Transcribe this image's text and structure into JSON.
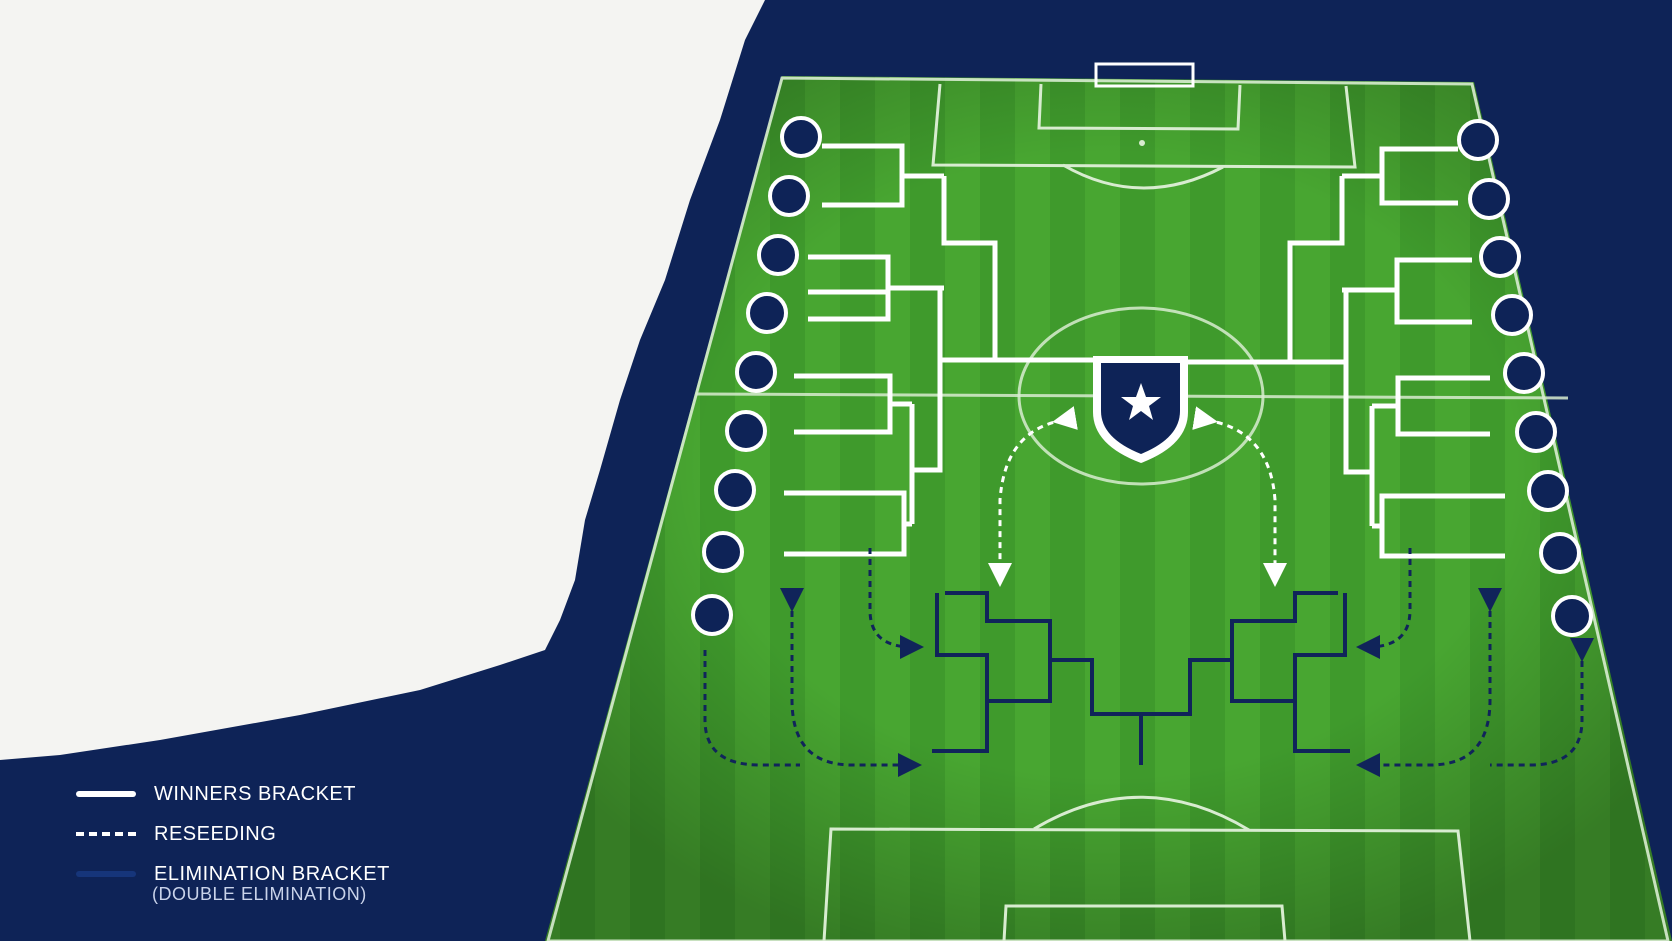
{
  "legend": {
    "winners_label": "WINNERS BRACKET",
    "reseeding_label": "RESEEDING",
    "elimination_label": "ELIMINATION BRACKET",
    "elimination_note": "(DOUBLE ELIMINATION)"
  },
  "colors": {
    "background_navy": "#0e2357",
    "pitch_green": "#3f9a2c",
    "pitch_green_light": "#4aa834",
    "bracket_white": "#ffffff",
    "elimination_navy": "#10245a",
    "team_slot_fill": "#0e2357",
    "paint_white": "#f4f4f2"
  },
  "icons": {
    "trophy": "shield-star-icon",
    "team_slot": "team-slot-circle"
  }
}
